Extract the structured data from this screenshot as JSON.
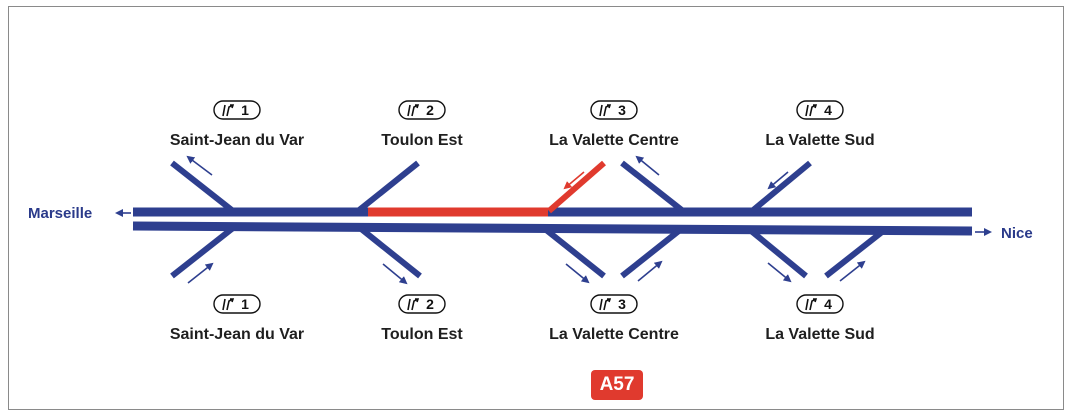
{
  "motorway": {
    "code": "A57",
    "colors": {
      "road": "#2e3f8f",
      "incident": "#e03a2e",
      "arrow": "#2e3f8f"
    },
    "destinations": {
      "west": "Marseille",
      "east": "Nice"
    },
    "exits_top": [
      {
        "num": "1",
        "name": "Saint-Jean du Var"
      },
      {
        "num": "2",
        "name": "Toulon Est"
      },
      {
        "num": "3",
        "name": "La Valette Centre"
      },
      {
        "num": "4",
        "name": "La Valette Sud"
      }
    ],
    "exits_bottom": [
      {
        "num": "1",
        "name": "Saint-Jean du Var"
      },
      {
        "num": "2",
        "name": "Toulon Est"
      },
      {
        "num": "3",
        "name": "La Valette Centre"
      },
      {
        "num": "4",
        "name": "La Valette Sud"
      }
    ],
    "exit_icon": "exit-icon"
  }
}
